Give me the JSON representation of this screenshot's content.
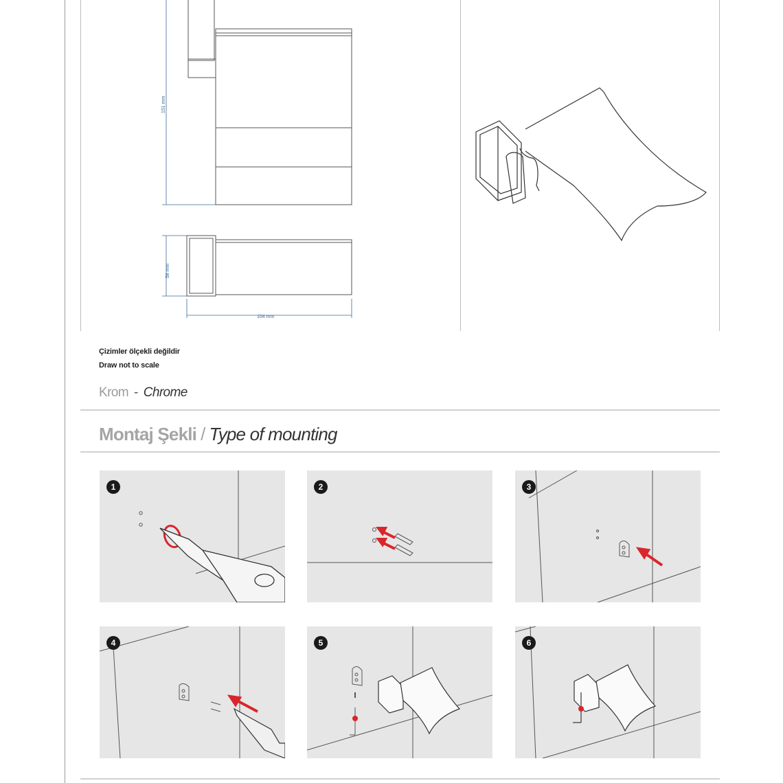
{
  "drawing": {
    "dimensions": {
      "height": "151 mm",
      "depth": "58 mm",
      "width": "104 mm"
    },
    "note_tr": "Çizimler ölçekli değildir",
    "note_en": "Draw not to scale"
  },
  "finish": {
    "tr": "Krom",
    "separator": "-",
    "en": "Chrome"
  },
  "mounting": {
    "title_tr": "Montaj Şekli",
    "separator": "/",
    "title_en": "Type of mounting",
    "steps": [
      {
        "number": "1",
        "icon": "drill-icon"
      },
      {
        "number": "2",
        "icon": "wall-plug-icon"
      },
      {
        "number": "3",
        "icon": "bracket-icon"
      },
      {
        "number": "4",
        "icon": "screwdriver-icon"
      },
      {
        "number": "5",
        "icon": "holder-attach-icon"
      },
      {
        "number": "6",
        "icon": "hex-key-icon"
      }
    ]
  },
  "colors": {
    "arrow": "#d9262b",
    "panel": "#e6e6e6",
    "dimension": "#3a6a9a"
  }
}
